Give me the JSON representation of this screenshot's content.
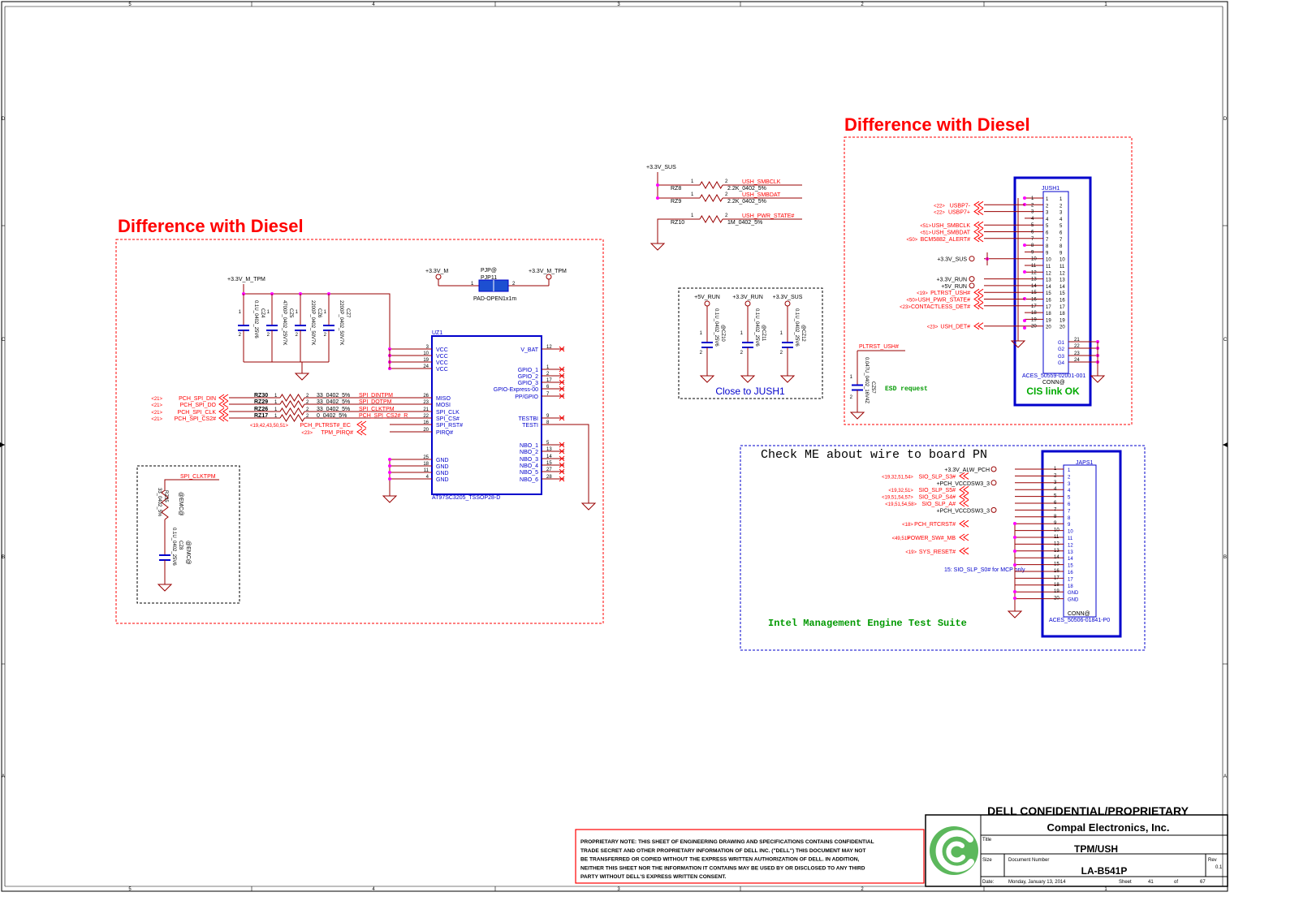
{
  "border": {
    "col_numbers": [
      "5",
      "4",
      "3",
      "2",
      "1"
    ],
    "row_letters": [
      "D",
      "C",
      "B",
      "A"
    ]
  },
  "notes": {
    "diff_left": "Difference with Diesel",
    "diff_right": "Difference with Diesel",
    "close_to_jush1": "Close to JUSH1",
    "cis_link_ok": "CIS link OK",
    "esd_request": "ESD request",
    "check_me": "Check ME about wire to board PN",
    "intel_me": "Intel Management Engine Test Suite",
    "sio_slp_note": "15: SIO_SLP_S0# for MCP only"
  },
  "tpm": {
    "ref": "UZ1",
    "part": "AT97SC3205_TSSOP28-D",
    "rail_3v3_m_tpm": "+3.3V_M_TPM",
    "rail_3v3_m": "+3.3V_M",
    "jumper": {
      "opt": "PJP@",
      "ref": "PJP11",
      "part": "PAD-OPEN1x1m",
      "pin1": "1",
      "pin2": "2"
    },
    "caps": [
      {
        "ref": "CZ4",
        "value": "0.1U_0402_25V6",
        "opt": "@"
      },
      {
        "ref": "CZ5",
        "value": "4700P_0402_25V7K",
        "opt": ""
      },
      {
        "ref": "CZ6",
        "value": "2200P_0402_50V7K",
        "opt": ""
      },
      {
        "ref": "CZ7",
        "value": "2200P_0402_50V7K",
        "opt": ""
      }
    ],
    "left_pins": [
      {
        "num": "3",
        "name": "VCC"
      },
      {
        "num": "10",
        "name": "VCC"
      },
      {
        "num": "19",
        "name": "VCC"
      },
      {
        "num": "24",
        "name": "VCC"
      },
      {
        "num": "26",
        "name": "MISO"
      },
      {
        "num": "23",
        "name": "MOSI"
      },
      {
        "num": "21",
        "name": "SPI_CLK"
      },
      {
        "num": "22",
        "name": "SPI_CS#"
      },
      {
        "num": "16",
        "name": "SPI_RST#"
      },
      {
        "num": "20",
        "name": "PIRQ#"
      },
      {
        "num": "25",
        "name": "GND"
      },
      {
        "num": "18",
        "name": "GND"
      },
      {
        "num": "11",
        "name": "GND"
      },
      {
        "num": "4",
        "name": "GND"
      }
    ],
    "right_pins": [
      {
        "num": "12",
        "name": "V_BAT"
      },
      {
        "num": "1",
        "name": "GPIO_1"
      },
      {
        "num": "2",
        "name": "GPIO_2"
      },
      {
        "num": "17",
        "name": "GPIO_3"
      },
      {
        "num": "6",
        "name": "GPIO-Express-00"
      },
      {
        "num": "7",
        "name": "PP/GPIO"
      },
      {
        "num": "9",
        "name": "TESTBI"
      },
      {
        "num": "8",
        "name": "TESTI"
      },
      {
        "num": "5",
        "name": "NBO_1"
      },
      {
        "num": "13",
        "name": "NBO_2"
      },
      {
        "num": "14",
        "name": "NBO_3"
      },
      {
        "num": "15",
        "name": "NBO_4"
      },
      {
        "num": "27",
        "name": "NBO_5"
      },
      {
        "num": "28",
        "name": "NBO_6"
      }
    ],
    "resistors": [
      {
        "ref": "RZ30",
        "value": "33_0402_5%",
        "net_out": "SPI_DINTPM",
        "net_in": "PCH_SPI_DIN",
        "page": "<21>"
      },
      {
        "ref": "RZ29",
        "value": "33_0402_5%",
        "net_out": "SPI_DOTPM",
        "net_in": "PCH_SPI_DO",
        "page": "<21>"
      },
      {
        "ref": "RZ26",
        "value": "33_0402_5%",
        "net_out": "SPI_CLKTPM",
        "net_in": "PCH_SPI_CLK",
        "page": "<21>"
      },
      {
        "ref": "RZ17",
        "value": "0_0402_5%",
        "net_out": "PCH_SPI_CS2#_R",
        "net_in": "PCH_SPI_CS2#",
        "page": "<21>"
      }
    ],
    "pin1": "1",
    "pin2": "2",
    "pltrst": {
      "page": "<19,42,43,50,51>",
      "net": "PCH_PLTRST#_EC"
    },
    "pirq": {
      "page": "<23>",
      "net": "TPM_PIRQ#"
    },
    "emc": {
      "net": "SPI_CLKTPM",
      "r_opt": "@EMC@",
      "r_ref": "RZ35",
      "r_value": "33_0402_5%",
      "c_opt": "@EMC@",
      "c_ref": "CZ8",
      "c_value": "0.1U_0402_25V6"
    }
  },
  "ush_res": {
    "rail": "+3.3V_SUS",
    "items": [
      {
        "ref": "RZ8",
        "value": "2.2K_0402_5%",
        "net": "USH_SMBCLK"
      },
      {
        "ref": "RZ9",
        "value": "2.2K_0402_5%",
        "net": "USH_SMBDAT"
      },
      {
        "ref": "RZ10",
        "value": "1M_0402_5%",
        "net": "USH_PWR_STATE#"
      }
    ]
  },
  "decaps": [
    {
      "rail": "+5V_RUN",
      "ref": "@CZ10",
      "value": "0.1U_0402_25V6"
    },
    {
      "rail": "+3.3V_RUN",
      "ref": "@CZ11",
      "value": "0.1U_0402_25V6"
    },
    {
      "rail": "+3.3V_SUS",
      "ref": "@CZ12",
      "value": "0.1U_0402_25V6"
    }
  ],
  "jush1": {
    "ref": "JUSH1",
    "part": "ACES_50559-02001-001",
    "conn": "CONN@",
    "pins": [
      "1",
      "2",
      "3",
      "4",
      "5",
      "6",
      "7",
      "8",
      "9",
      "10",
      "11",
      "12",
      "13",
      "14",
      "15",
      "16",
      "17",
      "18",
      "19",
      "20"
    ],
    "gnd_pins": [
      "21",
      "22",
      "23",
      "24"
    ],
    "gnd_names": [
      "G1",
      "G2",
      "G3",
      "G4"
    ],
    "nets": [
      {
        "pin": "2",
        "page": "<22>",
        "net": "USBP7-"
      },
      {
        "pin": "3",
        "page": "<22>",
        "net": "USBP7+"
      },
      {
        "pin": "5",
        "page": "<51>",
        "net": "USH_SMBCLK"
      },
      {
        "pin": "6",
        "page": "<51>",
        "net": "USH_SMBDAT"
      },
      {
        "pin": "7",
        "page": "<50>",
        "net": "BCM5882_ALERT#"
      },
      {
        "pin": "10",
        "page": "",
        "net": "+3.3V_SUS"
      },
      {
        "pin": "13",
        "page": "",
        "net": "+3.3V_RUN"
      },
      {
        "pin": "14",
        "page": "",
        "net": "+5V_RUN"
      },
      {
        "pin": "15",
        "page": "<19>",
        "net": "PLTRST_USH#"
      },
      {
        "pin": "16",
        "page": "<50>",
        "net": "USH_PWR_STATE#"
      },
      {
        "pin": "17",
        "page": "<23>",
        "net": "CONTACTLESS_DET#"
      },
      {
        "pin": "20",
        "page": "<23>",
        "net": "USH_DET#"
      }
    ],
    "pltrst_net": "PLTRST_USH#",
    "cap": {
      "ref": "CZ57",
      "value": "0.047U_0402_16V4Z"
    }
  },
  "japs1": {
    "ref": "JAPS1",
    "part": "ACES_50506-01841-P0",
    "conn": "CONN@",
    "pins": [
      "1",
      "2",
      "3",
      "4",
      "5",
      "6",
      "7",
      "8",
      "9",
      "10",
      "11",
      "12",
      "13",
      "14",
      "15",
      "16",
      "17",
      "18",
      "19",
      "20"
    ],
    "inner_labels": [
      "1",
      "2",
      "3",
      "4",
      "5",
      "6",
      "7",
      "8",
      "9",
      "10",
      "11",
      "12",
      "13",
      "14",
      "15",
      "16",
      "17",
      "18",
      "GND",
      "GND"
    ],
    "nets": [
      {
        "pin": "1",
        "page": "",
        "net": "+3.3V_ALW_PCH"
      },
      {
        "pin": "2",
        "page": "<19,32,51,54>",
        "net": "SIO_SLP_S3#"
      },
      {
        "pin": "3",
        "page": "",
        "net": "+PCH_VCCDSW3_3"
      },
      {
        "pin": "4",
        "page": "<19,32,51>",
        "net": "SIO_SLP_S5#"
      },
      {
        "pin": "5",
        "page": "<19,51,54,57>",
        "net": "SIO_SLP_S4#"
      },
      {
        "pin": "6",
        "page": "<19,51,54,58>",
        "net": "SIO_SLP_A#"
      },
      {
        "pin": "7",
        "page": "",
        "net": "+PCH_VCCDSW3_3"
      },
      {
        "pin": "9",
        "page": "<18>",
        "net": "PCH_RTCRST#"
      },
      {
        "pin": "11",
        "page": "<49,51>",
        "net": "POWER_SW#_MB"
      },
      {
        "pin": "13",
        "page": "<19>",
        "net": "SYS_RESET#"
      }
    ]
  },
  "title_block": {
    "confidential": "DELL CONFIDENTIAL/PROPRIETARY",
    "company": "Compal Electronics, Inc.",
    "title_label": "Title",
    "title": "TPM/USH",
    "size_label": "Size",
    "doc_label": "Document Number",
    "doc_number": "LA-B541P",
    "rev_label": "Rev",
    "rev": "0.1",
    "date_label": "Date:",
    "date": "Monday, January 13, 2014",
    "sheet_label": "Sheet",
    "sheet": "41",
    "of_label": "of",
    "of": "67",
    "proprietary_note": [
      "PROPRIETARY NOTE: THIS SHEET OF ENGINEERING DRAWING AND SPECIFICATIONS CONTAINS CONFIDENTIAL",
      "TRADE SECRET AND OTHER PROPRIETARY INFORMATION OF DELL INC. (\"DELL\") THIS DOCUMENT MAY NOT",
      "BE TRANSFERRED OR COPIED WITHOUT THE EXPRESS WRITTEN AUTHORIZATION OF DELL. IN ADDITION,",
      "NEITHER THIS SHEET NOR THE INFORMATION IT CONTAINS MAY BE USED BY OR DISCLOSED TO ANY THIRD",
      "PARTY WITHOUT DELL'S EXPRESS WRITTEN CONSENT."
    ]
  },
  "colors": {
    "wire": "#990000",
    "net_red": "#ff0000",
    "part_blue": "#0000cc",
    "junction": "#ff00ff",
    "frame": "#000000",
    "note_green": "#009900"
  }
}
